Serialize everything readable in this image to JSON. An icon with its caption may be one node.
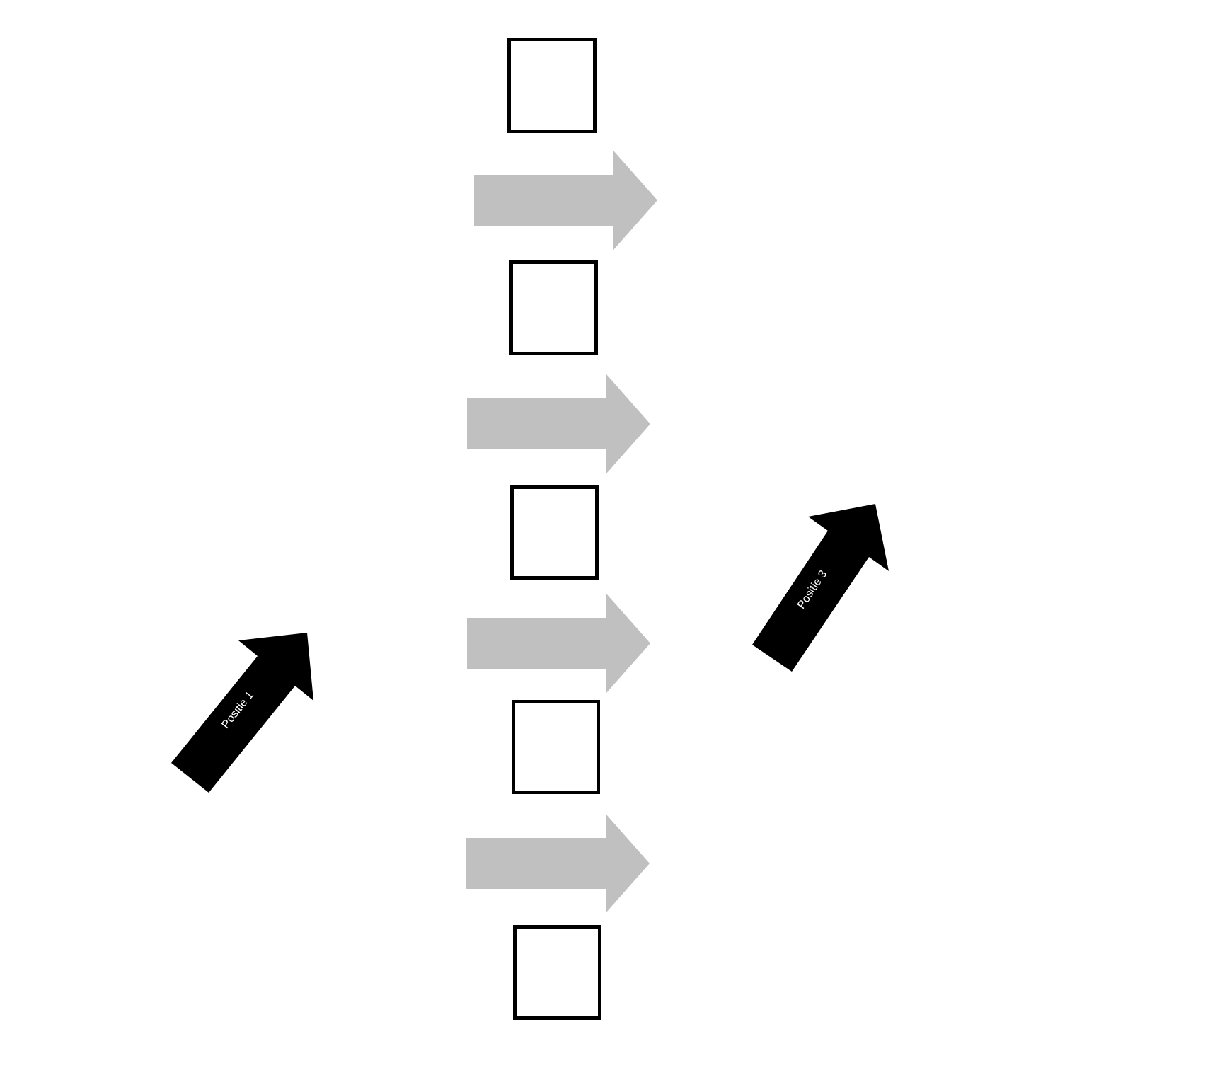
{
  "diagram": {
    "nodes": [
      {
        "text": [],
        "shape": "box"
      },
      {
        "text": [],
        "shape": "box"
      },
      {
        "text": [],
        "shape": "box"
      },
      {
        "text": [],
        "shape": "box"
      },
      {
        "text": [],
        "shape": "box"
      },
      {
        "text": [
          "Positie 1"
        ]
      },
      {
        "text": [
          "Positie 3"
        ]
      }
    ],
    "edges": [
      {
        "from": 0,
        "to": 1,
        "arrow": "to"
      },
      {
        "from": 1,
        "to": 2,
        "arrow": "to"
      },
      {
        "from": 2,
        "to": 3,
        "arrow": "to"
      },
      {
        "from": 3,
        "to": 4,
        "arrow": "to"
      }
    ]
  }
}
